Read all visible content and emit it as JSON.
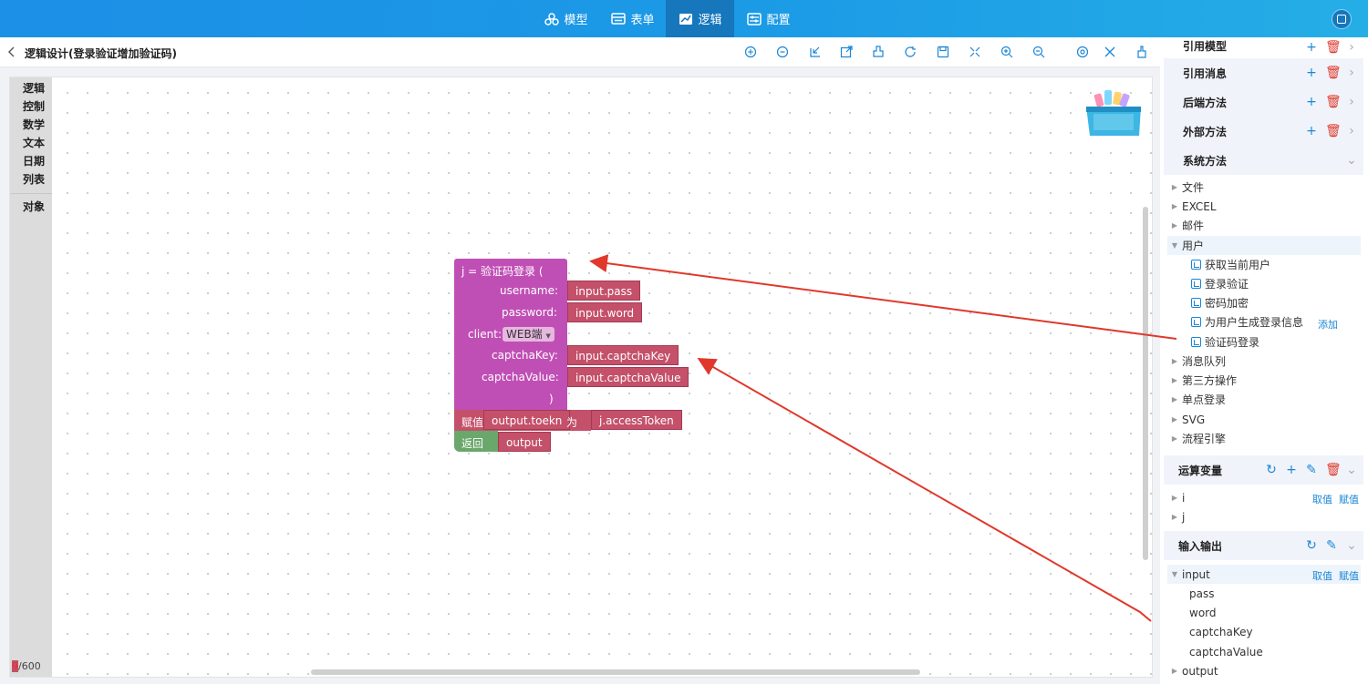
{
  "nav": {
    "tabs": [
      {
        "label": "模型",
        "icon": "model-icon"
      },
      {
        "label": "表单",
        "icon": "form-icon"
      },
      {
        "label": "逻辑",
        "icon": "logic-icon",
        "active": true
      },
      {
        "label": "配置",
        "icon": "config-icon"
      }
    ]
  },
  "header": {
    "title": "逻辑设计(登录验证增加验证码)",
    "tools": [
      "import-icon",
      "export-icon",
      "download-icon",
      "share-icon",
      "clear-icon",
      "refresh-icon",
      "save-icon",
      "fit-icon",
      "zoom-in-icon",
      "zoom-out-icon",
      "settings-icon",
      "close-icon",
      "broom-icon"
    ]
  },
  "toolbox": {
    "categories": [
      "逻辑",
      "控制",
      "数学",
      "文本",
      "日期",
      "列表"
    ],
    "extra": "对象"
  },
  "counter": {
    "current": "9",
    "total": "/600"
  },
  "blocks": {
    "call": {
      "head": "j  =  验证码登录  (",
      "username_label": "username:",
      "username_value": "input.pass",
      "password_label": "password:",
      "password_value": "input.word",
      "client_label": "client:",
      "client_value": "WEB端",
      "captchaKey_label": "captchaKey:",
      "captchaKey_value": "input.captchaKey",
      "captchaValue_label": "captchaValue:",
      "captchaValue_value": "input.captchaValue",
      "close": ")"
    },
    "assign": {
      "label": "赋值",
      "target": "output.toekn",
      "as": "为",
      "value": "j.accessToken"
    },
    "ret": {
      "label": "返回",
      "value": "output"
    }
  },
  "sidebar": {
    "sections": {
      "ref_model": "引用模型",
      "ref_message": "引用消息",
      "backend": "后端方法",
      "external": "外部方法",
      "system": "系统方法",
      "vars": "运算变量",
      "io": "输入输出"
    },
    "system_tree": {
      "file": "文件",
      "excel": "EXCEL",
      "mail": "邮件",
      "user": "用户",
      "user_items": [
        "获取当前用户",
        "登录验证",
        "密码加密",
        "为用户生成登录信息",
        "验证码登录"
      ],
      "add_link": "添加",
      "mq": "消息队列",
      "third": "第三方操作",
      "sso": "单点登录",
      "svg": "SVG",
      "flow": "流程引擎"
    },
    "vars": {
      "items": [
        "i",
        "j"
      ],
      "get": "取值",
      "set": "赋值"
    },
    "io": {
      "input": "input",
      "input_children": [
        "pass",
        "word",
        "captchaKey",
        "captchaValue"
      ],
      "output": "output",
      "get": "取值",
      "set": "赋值"
    }
  }
}
